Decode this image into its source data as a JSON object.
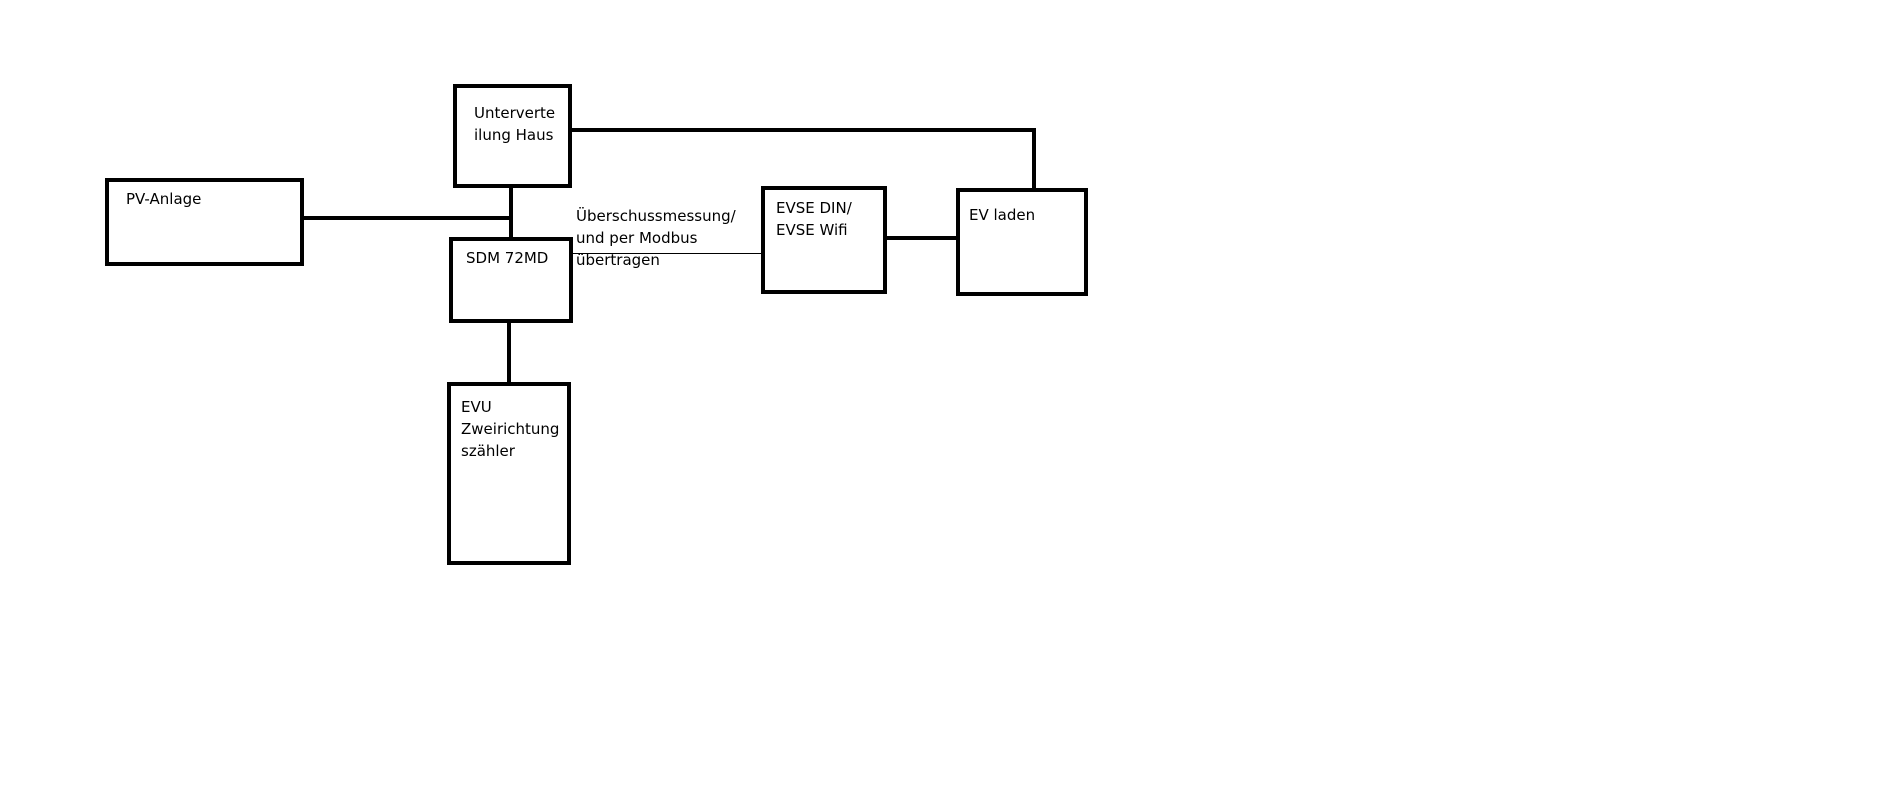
{
  "diagram": {
    "nodes": {
      "unterverteilung": {
        "label": "Unterverte\nilung Haus"
      },
      "pv_anlage": {
        "label": "PV-Anlage"
      },
      "sdm": {
        "label": "SDM 72MD"
      },
      "evu": {
        "label": "EVU\nZweirichtung\nszähler"
      },
      "evse": {
        "label": "EVSE DIN/\nEVSE Wifi"
      },
      "ev_laden": {
        "label": "EV laden"
      }
    },
    "annotations": {
      "modbus": "Überschussmessung/\nund per Modbus\nübertragen"
    },
    "colors": {
      "line": "#000000",
      "background": "#ffffff"
    }
  }
}
